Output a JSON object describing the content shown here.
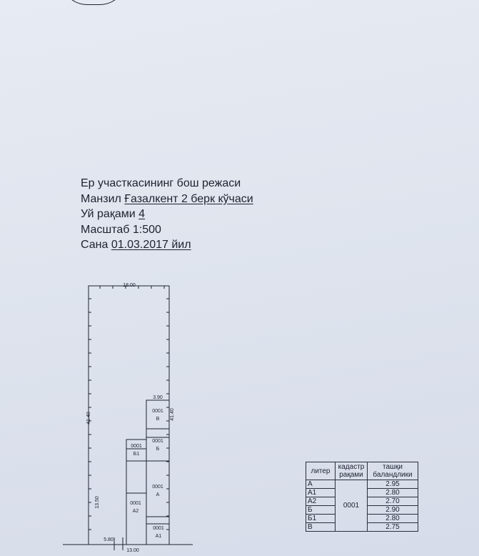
{
  "header": {
    "title": "Ер участкасининг бош режаси",
    "address_label": "Манзил",
    "address_value": "Ғазалкент  2 берк кўчаси",
    "house_label": "Уй рақами",
    "house_value": "4",
    "scale_label": "Масштаб",
    "scale_value": "1:500",
    "date_label": "Сана",
    "date_value": "01.03.2017 йил"
  },
  "plan": {
    "dim_top": "18.00",
    "dim_left": "41.40",
    "dim_right": "41.40",
    "dim_lower_left": "13.50",
    "dim_bottom_left": "5.80",
    "dim_bottom_right": "13.00",
    "dim_b_width": "3.90",
    "buildings": [
      {
        "code": "0001",
        "letter": "В"
      },
      {
        "code": "0001",
        "letter": "Б"
      },
      {
        "code": "0001",
        "letter": "Б1"
      },
      {
        "code": "0001",
        "letter": "А"
      },
      {
        "code": "0001",
        "letter": "А2"
      },
      {
        "code": "0001",
        "letter": "А1"
      }
    ]
  },
  "legend": {
    "col_litera": "литер",
    "col_cadastre": "кадастр рақами",
    "col_height": "ташқи баландлики",
    "cadastre_value": "0001",
    "rows": [
      {
        "litera": "А",
        "height": "2.95"
      },
      {
        "litera": "А1",
        "height": "2.80"
      },
      {
        "litera": "А2",
        "height": "2.70"
      },
      {
        "litera": "Б",
        "height": "2.90"
      },
      {
        "litera": "Б1",
        "height": "2.80"
      },
      {
        "litera": "В",
        "height": "2.75"
      }
    ]
  }
}
